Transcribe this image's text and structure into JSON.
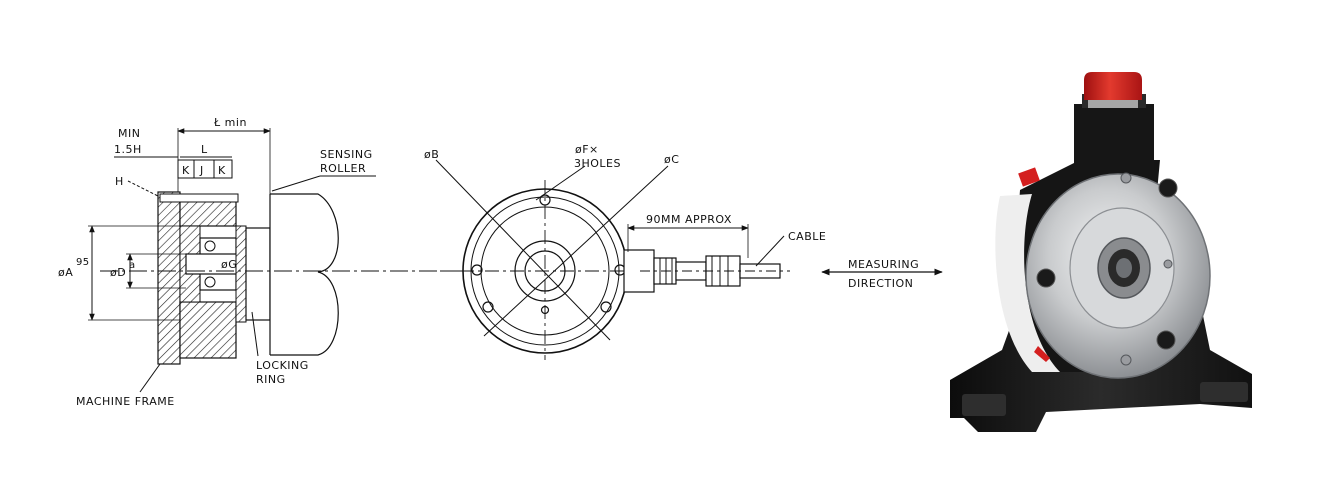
{
  "side_view": {
    "min_label": "MIN",
    "min_value": "1.5H",
    "l_min": "Ł min",
    "l_label": "L",
    "k_left": "K",
    "j_label": "J",
    "k_right": "K",
    "h_label": "H",
    "a_label": "øA",
    "a_sup": "95",
    "d_label": "øD",
    "d_sup": "a",
    "g_label": "øG",
    "sensing_1": "SENSING",
    "sensing_2": "ROLLER",
    "locking_1": "LOCKING",
    "locking_2": "RING",
    "machine_frame": "MACHINE FRAME"
  },
  "front_view": {
    "b_label": "øB",
    "f_1": "øF×",
    "f_2": "3HOLES",
    "c_label": "øC",
    "cable_len": "90MM APPROX",
    "cable": "CABLE"
  },
  "direction": {
    "line1": "MEASURING",
    "line2": "DIRECTION"
  },
  "photo": {
    "colors": {
      "body": "#1c1c1c",
      "cap": "#d41f1f",
      "steel": "#c9cbcd"
    }
  }
}
